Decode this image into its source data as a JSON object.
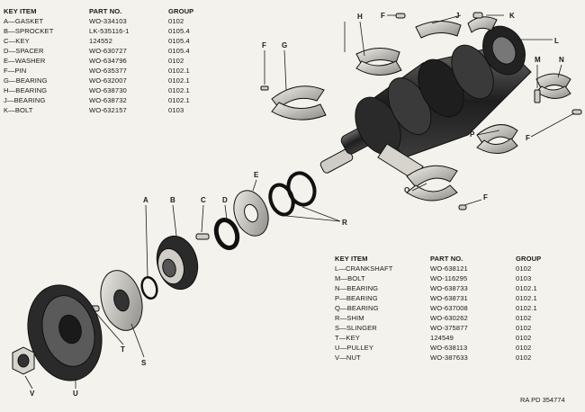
{
  "table_left": {
    "headers": {
      "key_item": "KEY   ITEM",
      "part_no": "PART NO.",
      "group": "GROUP"
    },
    "rows": [
      {
        "key": "A—GASKET",
        "part": "WO-334103",
        "group": "0102"
      },
      {
        "key": "B—SPROCKET",
        "part": "LK-535116-1",
        "group": "0105.4"
      },
      {
        "key": "C—KEY",
        "part": "124552",
        "group": "0105.4"
      },
      {
        "key": "D—SPACER",
        "part": "WO-630727",
        "group": "0105.4"
      },
      {
        "key": "E—WASHER",
        "part": "WO-634796",
        "group": "0102"
      },
      {
        "key": "F—PIN",
        "part": "WO-635377",
        "group": "0102.1"
      },
      {
        "key": "G—BEARING",
        "part": "WO-632007",
        "group": "0102.1"
      },
      {
        "key": "H—BEARING",
        "part": "WO-638730",
        "group": "0102.1"
      },
      {
        "key": "J—BEARING",
        "part": "WO-638732",
        "group": "0102.1"
      },
      {
        "key": "K—BOLT",
        "part": "WO-632157",
        "group": "0103"
      }
    ]
  },
  "table_right": {
    "headers": {
      "key_item": "KEY   ITEM",
      "part_no": "PART NO.",
      "group": "GROUP"
    },
    "rows": [
      {
        "key": "L—CRANKSHAFT",
        "part": "WO-638121",
        "group": "0102"
      },
      {
        "key": "M—BOLT",
        "part": "WO-116295",
        "group": "0103"
      },
      {
        "key": "N—BEARING",
        "part": "WO-638733",
        "group": "0102.1"
      },
      {
        "key": "P—BEARING",
        "part": "WO-638731",
        "group": "0102.1"
      },
      {
        "key": "Q—BEARING",
        "part": "WO-637008",
        "group": "0102.1"
      },
      {
        "key": "R—SHIM",
        "part": "WO-630262",
        "group": "0102"
      },
      {
        "key": "S—SLINGER",
        "part": "WO-375877",
        "group": "0102"
      },
      {
        "key": "T—KEY",
        "part": "124549",
        "group": "0102"
      },
      {
        "key": "U—PULLEY",
        "part": "WO-638113",
        "group": "0102"
      },
      {
        "key": "V—NUT",
        "part": "WO-387633",
        "group": "0102"
      }
    ]
  },
  "callouts": [
    "A",
    "B",
    "C",
    "D",
    "E",
    "F",
    "G",
    "H",
    "F",
    "J",
    "K",
    "L",
    "M",
    "N",
    "F",
    "P",
    "Q",
    "F",
    "R",
    "S",
    "T",
    "U",
    "V"
  ],
  "reference": "RA PD 354774",
  "colors": {
    "paper": "#f4f2ec",
    "ink": "#1a1a1a",
    "metal_dark": "#2a2a2a",
    "metal_light": "#d8d6d0"
  }
}
